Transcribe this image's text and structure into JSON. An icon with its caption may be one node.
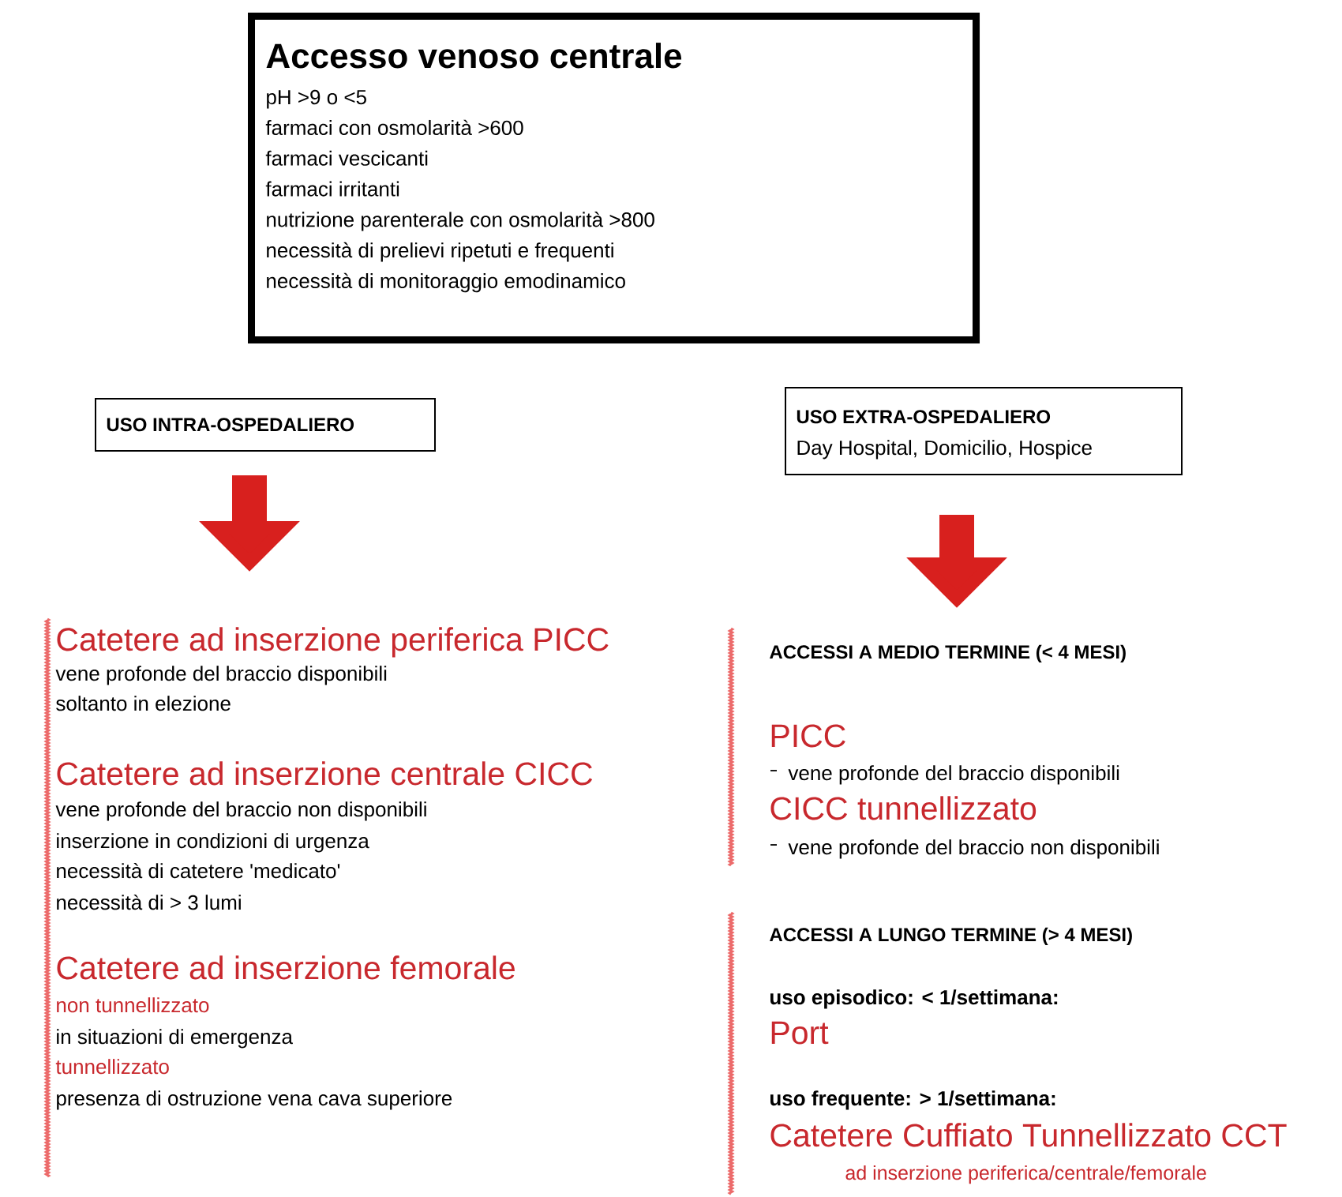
{
  "diagram": {
    "nodes": [
      {
        "text": [
          "Accesso venoso centrale",
          "pH >9 o <5",
          "farmaci con osmolarità >600",
          "farmaci vescicanti",
          "farmaci irritanti",
          "nutrizione parenterale con osmolarità >800",
          "necessità di prelievi ripetuti e frequenti",
          "necessità di monitoraggio emodinamico"
        ]
      },
      {
        "text": [
          "USO INTRA-OSPEDALIERO"
        ]
      },
      {
        "text": [
          "USO EXTRA-OSPEDALIERO",
          "Day Hospital, Domicilio, Hospice"
        ]
      },
      {
        "text": [
          "Catetere ad inserzione periferica PICC",
          "vene profonde del braccio disponibili",
          "soltanto in elezione",
          "Catetere ad inserzione centrale CICC",
          "vene profonde del braccio non disponibili",
          "inserzione in condizioni di urgenza",
          "necessità di catetere 'medicato'",
          "necessità di > 3 lumi",
          "Catetere ad inserzione femorale",
          "non tunnellizzato",
          "in situazioni di emergenza",
          "tunnellizzato",
          "presenza di ostruzione vena cava superiore"
        ]
      },
      {
        "text": [
          "ACCESSI A MEDIO TERMINE (< 4 MESI)",
          "PICC",
          "vene profonde del braccio disponibili",
          "CICC tunnellizzato",
          "vene profonde del braccio non disponibili"
        ]
      },
      {
        "text": [
          "ACCESSI A LUNGO TERMINE (> 4 MESI)",
          "uso episodico: < 1/settimana:",
          "Port",
          "uso frequente: > 1/settimana:",
          "Catetere Cuffiato Tunnellizzato CCT",
          "ad inserzione periferica/centrale/femorale"
        ]
      }
    ],
    "edges": [
      {
        "from": 1,
        "to": 3,
        "arrow": "to"
      },
      {
        "from": 2,
        "to": 4,
        "arrow": "to"
      }
    ]
  }
}
